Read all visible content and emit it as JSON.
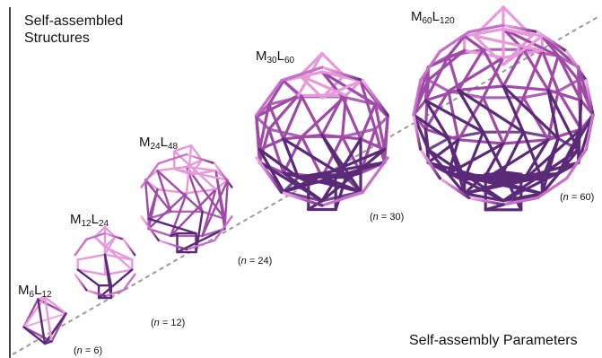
{
  "heading_top": [
    "Self-assembled",
    "Structures"
  ],
  "heading_bottom": "Self-assembly Parameters",
  "structures": [
    {
      "formula": {
        "m": "M",
        "m_sub": "6",
        "l": "L",
        "l_sub": "12"
      },
      "n_label": {
        "pre": "(",
        "var": "n",
        "post": " = 6)"
      }
    },
    {
      "formula": {
        "m": "M",
        "m_sub": "12",
        "l": "L",
        "l_sub": "24"
      },
      "n_label": {
        "pre": "(",
        "var": "n",
        "post": " = 12)"
      }
    },
    {
      "formula": {
        "m": "M",
        "m_sub": "24",
        "l": "L",
        "l_sub": "48"
      },
      "n_label": {
        "pre": "(",
        "var": "n",
        "post": " = 24)"
      }
    },
    {
      "formula": {
        "m": "M",
        "m_sub": "30",
        "l": "L",
        "l_sub": "60"
      },
      "n_label": {
        "pre": "(",
        "var": "n",
        "post": " = 30)"
      }
    },
    {
      "formula": {
        "m": "M",
        "m_sub": "60",
        "l": "L",
        "l_sub": "120"
      },
      "n_label": {
        "pre": "(",
        "var": "n",
        "post": " = 60)"
      }
    }
  ],
  "colors": {
    "frame_dark": "#5a2a78",
    "frame_mid": "#a04aa8",
    "frame_light": "#e79ad9",
    "trend_line": "#9a9a9a",
    "axis": "#111111"
  }
}
